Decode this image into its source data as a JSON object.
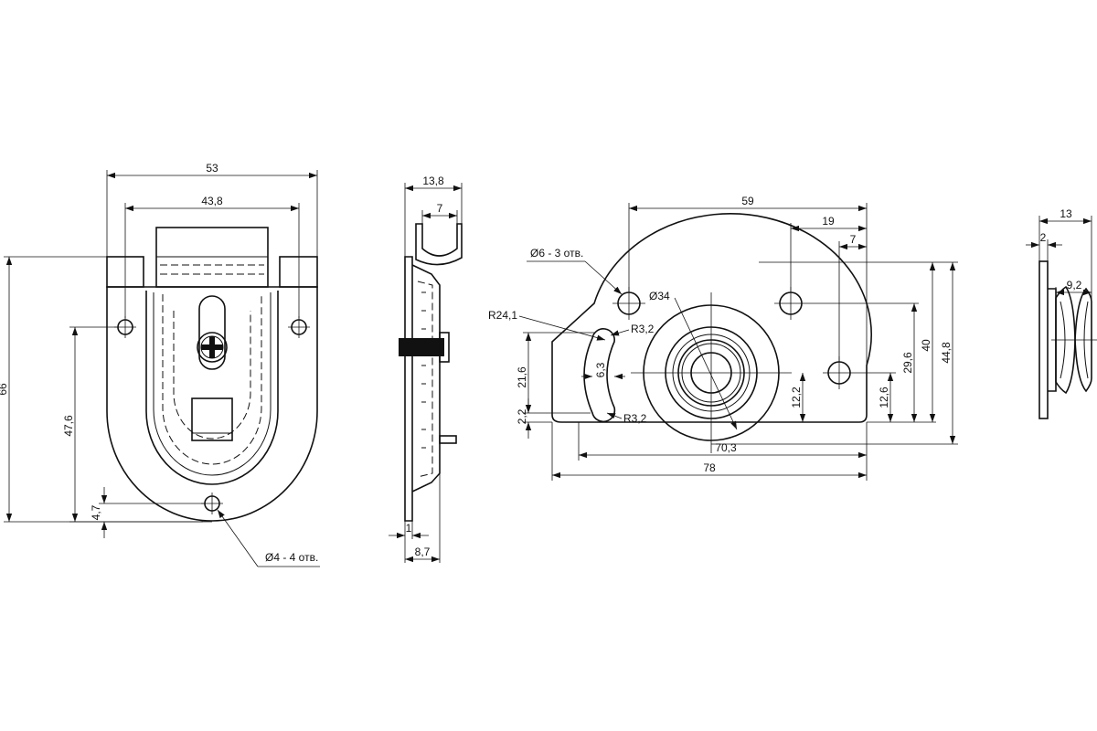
{
  "dimensions": {
    "front": {
      "width_total": "53",
      "width_holes": "43,8",
      "height_total": "66",
      "height_holes": "47,6",
      "bottom_offset": "4,7",
      "hole_note": "Ø4 - 4 отв."
    },
    "side": {
      "depth_total": "13,8",
      "hook_width": "7",
      "plate_thickness": "1",
      "body_depth": "8,7"
    },
    "bracket": {
      "hole_spacing": "59",
      "center_to_hole": "19",
      "center_to_hole_2": "7",
      "hole_note": "Ø6 - 3 отв.",
      "bore_diameter": "Ø34",
      "slot_radius": "R24,1",
      "slot_end_radius_top": "R3,2",
      "slot_end_radius_bottom": "R3,2",
      "slot_width": "6,3",
      "slot_height": "21,6",
      "slot_bottom": "2,2",
      "center_height_left": "12,2",
      "hole_height": "12,6",
      "upper_hole_height": "29,6",
      "height_40": "40",
      "height_total": "44,8",
      "width_70": "70,3",
      "width_total": "78"
    },
    "wheel": {
      "width_total": "13",
      "flange": "2",
      "groove_width": "9,2"
    }
  }
}
